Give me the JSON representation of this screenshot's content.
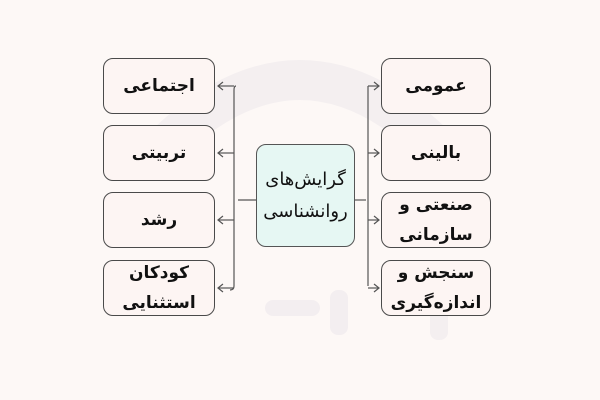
{
  "diagram": {
    "center": {
      "label": "گرایش‌های روانشناسی",
      "color": "#e6f7f3"
    },
    "left_branches": [
      {
        "label": "اجتماعی"
      },
      {
        "label": "تربیتی"
      },
      {
        "label": "رشد"
      },
      {
        "label": "کودکان استثنایی"
      }
    ],
    "right_branches": [
      {
        "label": "عمومی"
      },
      {
        "label": "بالینی"
      },
      {
        "label": "صنعتی و سازمانی"
      },
      {
        "label": "سنجش و اندازه‌گیری"
      }
    ],
    "colors": {
      "background": "#fdf8f6",
      "box_fill": "#fdf5f3",
      "border": "#4a4a4a"
    }
  }
}
